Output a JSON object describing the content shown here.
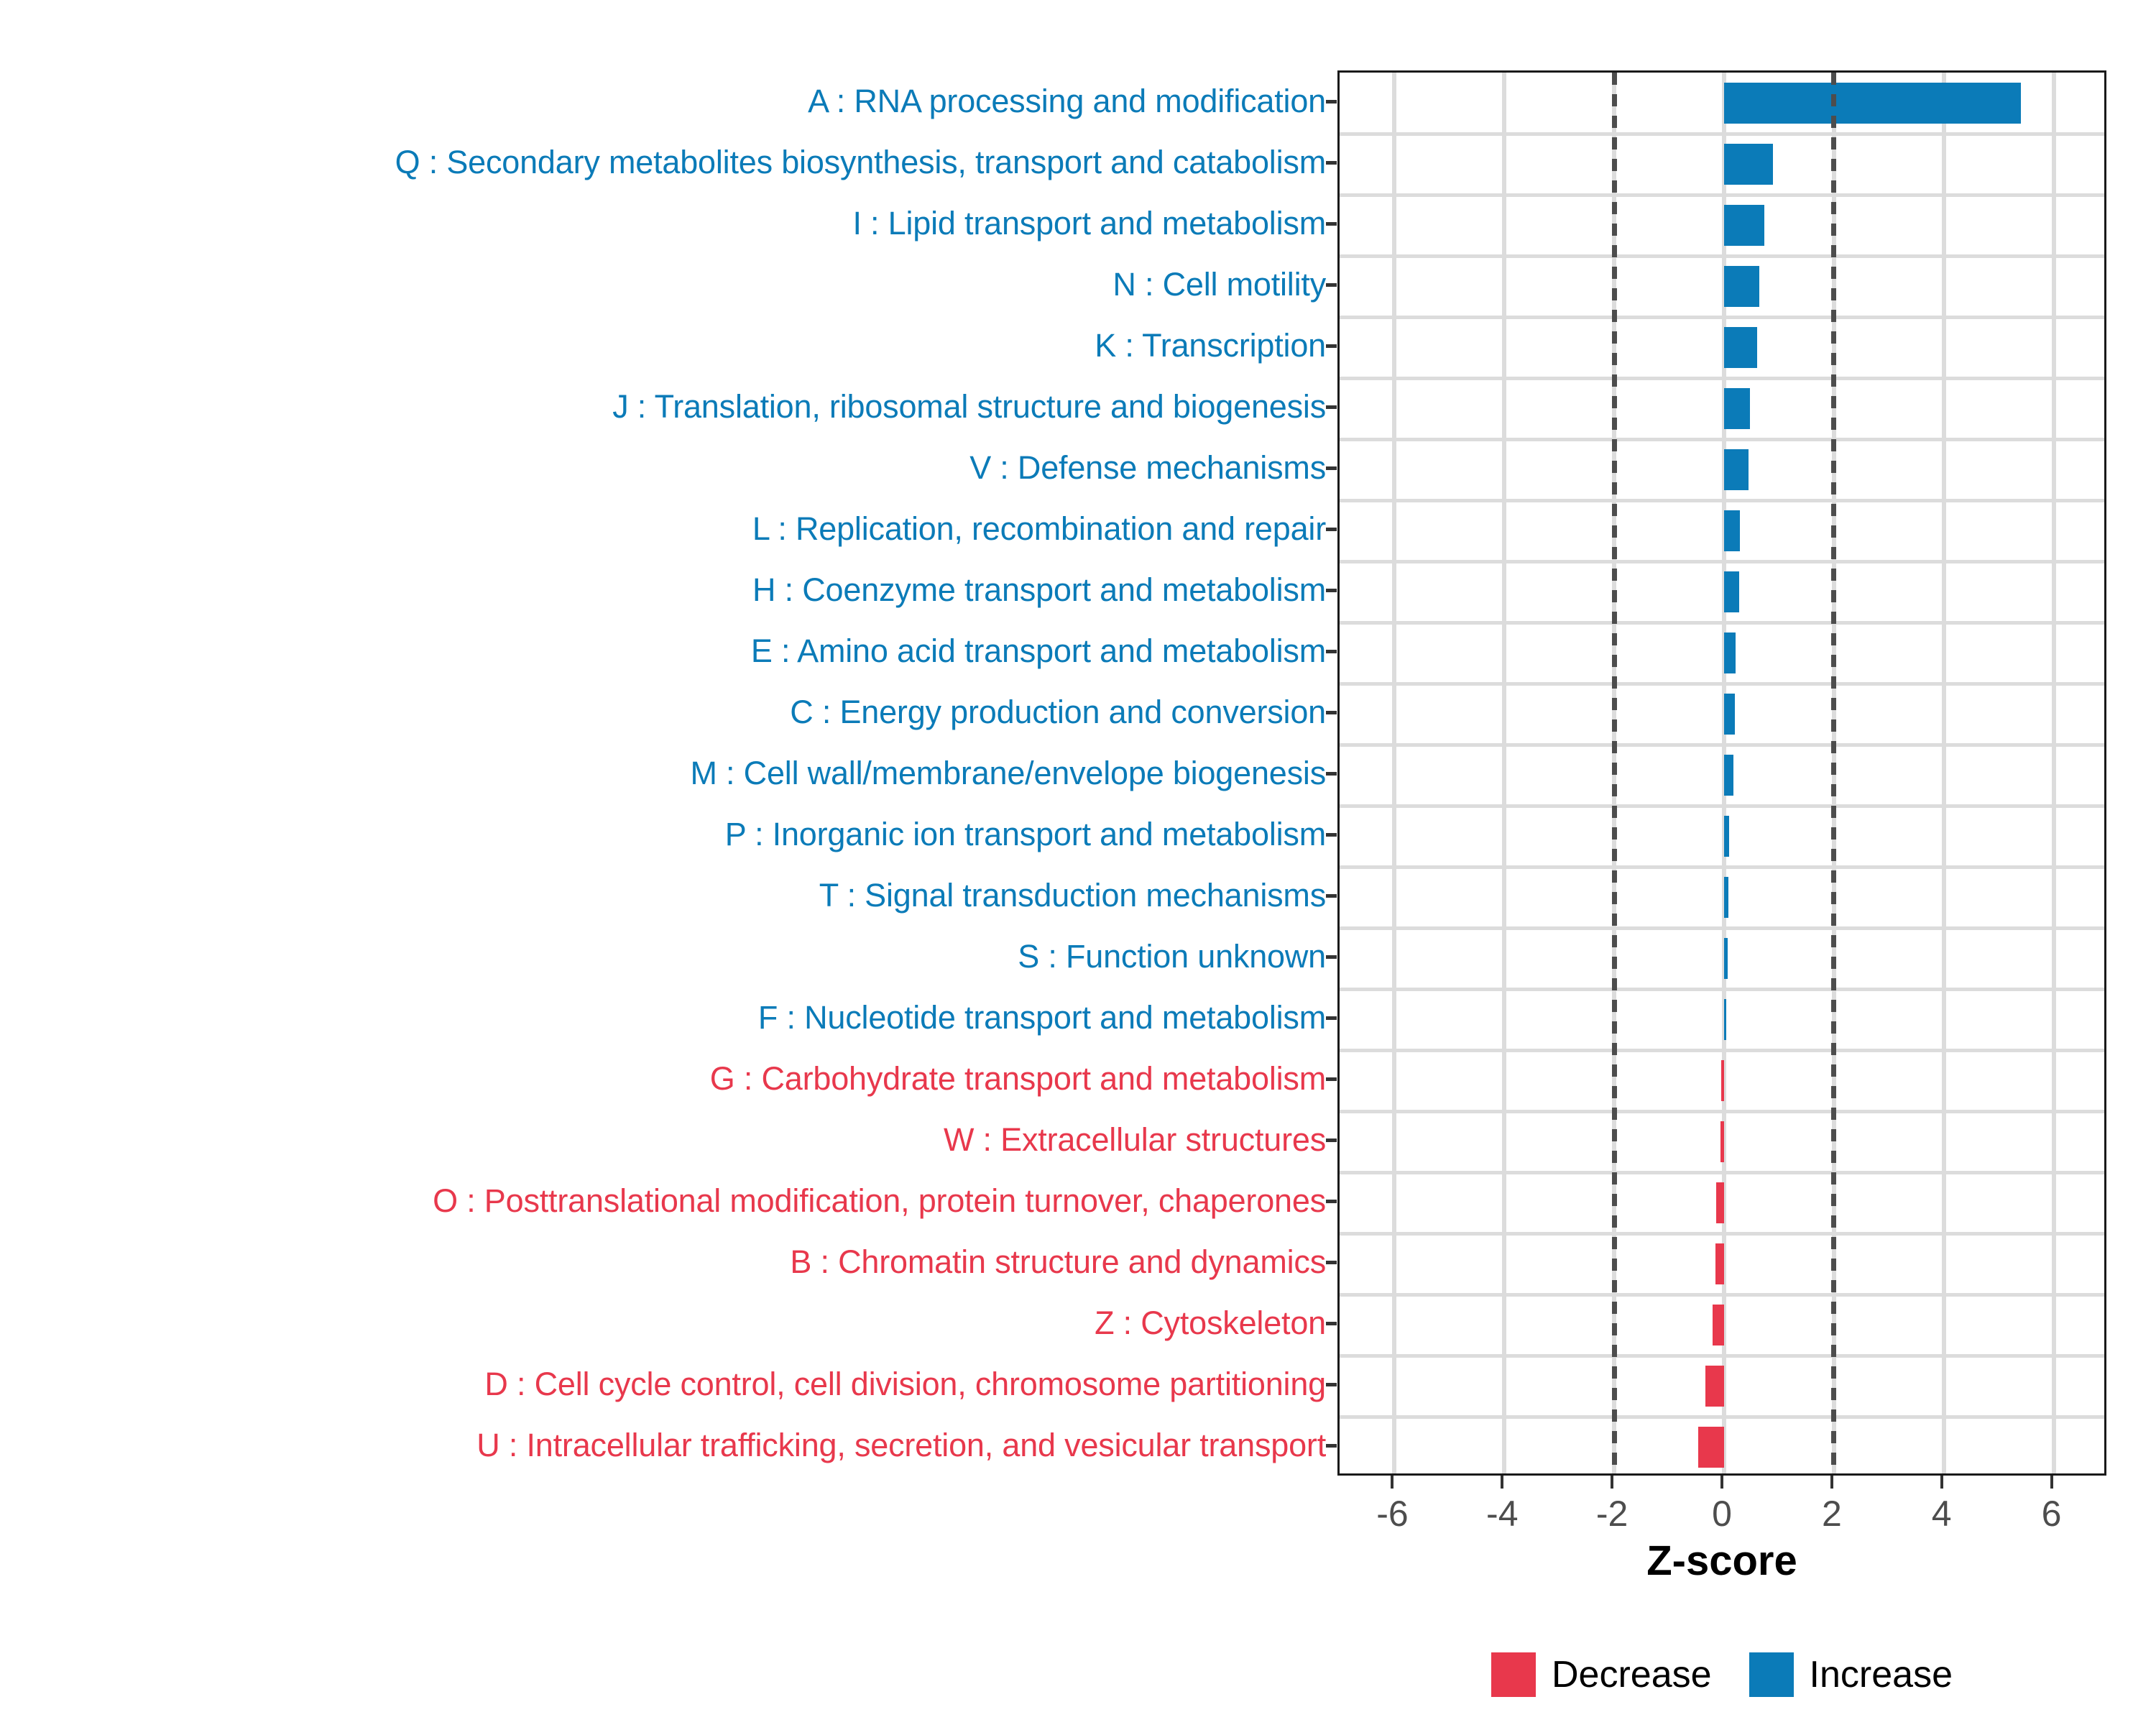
{
  "chart_data": {
    "type": "bar",
    "orientation": "horizontal",
    "title": "",
    "xlabel": "Z-score",
    "ylabel": "",
    "xlim": [
      -7,
      7
    ],
    "xticks": [
      -6,
      -4,
      -2,
      0,
      2,
      4,
      6
    ],
    "xticklabels": [
      "-6",
      "-4",
      "-2",
      "0",
      "2",
      "4",
      "6"
    ],
    "grid": true,
    "reference_lines": [
      -2,
      2
    ],
    "legend_position": "bottom",
    "categories": [
      "A : RNA processing and modification",
      "Q : Secondary metabolites biosynthesis, transport and catabolism",
      "I : Lipid transport and metabolism",
      "N : Cell motility",
      "K : Transcription",
      "J : Translation, ribosomal structure and biogenesis",
      "V : Defense mechanisms",
      "L : Replication, recombination and repair",
      "H : Coenzyme transport and metabolism",
      "E : Amino acid transport and metabolism",
      "C : Energy production and conversion",
      "M : Cell wall/membrane/envelope biogenesis",
      "P : Inorganic ion transport and metabolism",
      "T : Signal transduction mechanisms",
      "S : Function unknown",
      "F : Nucleotide transport and metabolism",
      "G : Carbohydrate transport and metabolism",
      "W : Extracellular structures",
      "O : Posttranslational modification, protein turnover, chaperones",
      "B : Chromatin structure and dynamics",
      "Z : Cytoskeleton",
      "D : Cell cycle control, cell division, chromosome partitioning",
      "U : Intracellular trafficking, secretion, and vesicular transport"
    ],
    "values": [
      5.4,
      0.89,
      0.73,
      0.64,
      0.6,
      0.47,
      0.44,
      0.29,
      0.28,
      0.21,
      0.19,
      0.17,
      0.09,
      0.08,
      0.07,
      0.04,
      -0.05,
      -0.07,
      -0.15,
      -0.16,
      -0.21,
      -0.34,
      -0.47
    ],
    "direction": [
      "Increase",
      "Increase",
      "Increase",
      "Increase",
      "Increase",
      "Increase",
      "Increase",
      "Increase",
      "Increase",
      "Increase",
      "Increase",
      "Increase",
      "Increase",
      "Increase",
      "Increase",
      "Increase",
      "Decrease",
      "Decrease",
      "Decrease",
      "Decrease",
      "Decrease",
      "Decrease",
      "Decrease"
    ]
  },
  "legend": {
    "items": [
      {
        "label": "Decrease",
        "color": "#E8384C"
      },
      {
        "label": "Increase",
        "color": "#0B7BB8"
      }
    ]
  },
  "colors": {
    "increase": "#0B7BB8",
    "decrease": "#E8384C",
    "grid": "#dcdcdc",
    "threshold_line": "#4d4d4d",
    "axis": "#1a1a1a",
    "tick_label": "#4d4d4d"
  }
}
